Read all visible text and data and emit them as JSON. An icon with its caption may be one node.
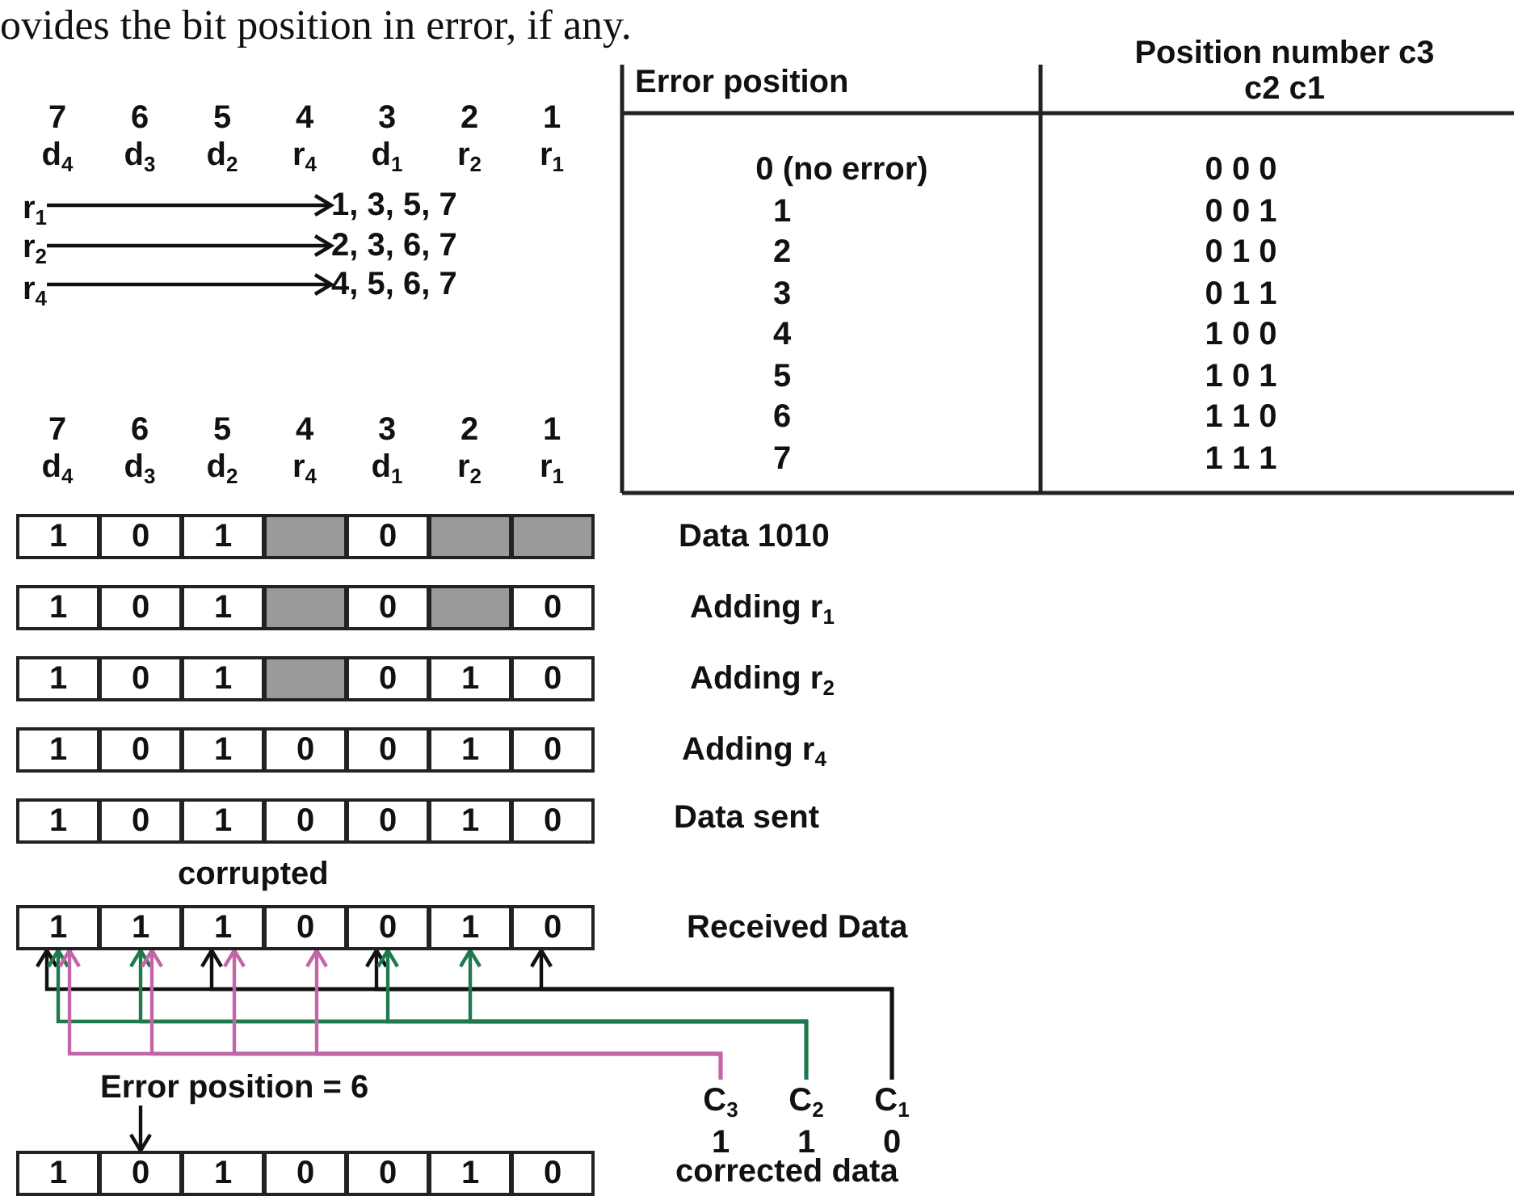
{
  "diagram": {
    "nodes": [
      {
        "text": [
          "r$_{1}$"
        ]
      },
      {
        "text": [
          "r$_{2}$"
        ]
      },
      {
        "text": [
          "r$_{4}$"
        ]
      },
      {
        "text": [
          "1, 3, 5, 7"
        ]
      },
      {
        "text": [
          "2, 3, 6, 7"
        ]
      },
      {
        "text": [
          "4, 5, 6, 7"
        ]
      },
      {
        "text": [
          "1"
        ]
      },
      {
        "text": [
          "0"
        ]
      },
      {
        "text": [
          "1"
        ]
      },
      {
        "text": [],
        "shape": "box"
      },
      {
        "text": [
          "0"
        ]
      },
      {
        "text": [],
        "shape": "box"
      },
      {
        "text": [],
        "shape": "box"
      },
      {
        "text": [
          "1"
        ]
      },
      {
        "text": [
          "0"
        ]
      },
      {
        "text": [
          "1"
        ]
      },
      {
        "text": [],
        "shape": "box"
      },
      {
        "text": [
          "0"
        ]
      },
      {
        "text": [],
        "shape": "box"
      },
      {
        "text": [
          "0"
        ]
      },
      {
        "text": [
          "1"
        ]
      },
      {
        "text": [
          "0"
        ]
      },
      {
        "text": [
          "1"
        ]
      },
      {
        "text": [],
        "shape": "box"
      },
      {
        "text": [
          "0"
        ]
      },
      {
        "text": [
          "1"
        ]
      },
      {
        "text": [
          "0"
        ]
      },
      {
        "text": [
          "1"
        ]
      },
      {
        "text": [
          "0"
        ]
      },
      {
        "text": [
          "1"
        ]
      },
      {
        "text": [
          "0"
        ]
      },
      {
        "text": [
          "0"
        ]
      },
      {
        "text": [
          "1"
        ]
      },
      {
        "text": [
          "0"
        ]
      },
      {
        "text": [
          "1"
        ]
      },
      {
        "text": [
          "0"
        ]
      },
      {
        "text": [
          "1"
        ]
      },
      {
        "text": [
          "0"
        ]
      },
      {
        "text": [
          "0"
        ]
      },
      {
        "text": [
          "1"
        ]
      },
      {
        "text": [
          "0"
        ]
      },
      {
        "text": [
          "1"
        ]
      },
      {
        "text": [
          "1"
        ]
      },
      {
        "text": [
          "1"
        ]
      },
      {
        "text": [
          "0"
        ]
      },
      {
        "text": [
          "0"
        ]
      },
      {
        "text": [
          "1"
        ]
      },
      {
        "text": [
          "0"
        ]
      },
      {
        "text": [
          "1"
        ]
      },
      {
        "text": [
          "0"
        ]
      },
      {
        "text": [
          "1"
        ]
      },
      {
        "text": [
          "0"
        ]
      },
      {
        "text": [
          "0"
        ]
      },
      {
        "text": [
          "1"
        ]
      },
      {
        "text": [
          "0"
        ]
      },
      {
        "text": [
          "Error position = 6"
        ]
      },
      {
        "text": [
          "C$_{3}$",
          "1"
        ]
      },
      {
        "text": [
          "C$_{2}$",
          "1"
        ]
      },
      {
        "text": [
          "C$_{1}$",
          "0"
        ]
      }
    ],
    "edges": [
      {
        "from": 0,
        "to": 3,
        "arrow": "to"
      },
      {
        "from": 1,
        "to": 4,
        "arrow": "to"
      },
      {
        "from": 2,
        "to": 5,
        "arrow": "to"
      },
      {
        "from": 58,
        "to": 47,
        "arrow": "to"
      },
      {
        "from": 58,
        "to": 45,
        "arrow": "to"
      },
      {
        "from": 58,
        "to": 43,
        "arrow": "to"
      },
      {
        "from": 58,
        "to": 41,
        "arrow": "to"
      },
      {
        "from": 57,
        "to": 46,
        "arrow": "to",
        "color": "#1e7a4e"
      },
      {
        "from": 57,
        "to": 45,
        "arrow": "to",
        "color": "#1e7a4e"
      },
      {
        "from": 57,
        "to": 42,
        "arrow": "to",
        "color": "#1e7a4e"
      },
      {
        "from": 57,
        "to": 41,
        "arrow": "to",
        "color": "#1e7a4e"
      },
      {
        "from": 56,
        "to": 44,
        "arrow": "to",
        "color": "#c266a8"
      },
      {
        "from": 56,
        "to": 43,
        "arrow": "to",
        "color": "#c266a8"
      },
      {
        "from": 56,
        "to": 42,
        "arrow": "to",
        "color": "#c266a8"
      },
      {
        "from": 56,
        "to": 41,
        "arrow": "to",
        "color": "#c266a8"
      },
      {
        "from": 55,
        "to": 49,
        "arrow": "to"
      }
    ],
    "labels": [
      "ovides the bit position in error, if any.",
      "Error position",
      "Position number c3 c2 c1",
      "7",
      "6",
      "5",
      "4",
      "3",
      "2",
      "1",
      "d$_{4}$",
      "d$_{3}$",
      "d$_{2}$",
      "r$_{4}$",
      "d$_{1}$",
      "r$_{2}$",
      "r$_{1}$",
      "0 (no error)",
      "0 0 0",
      "1",
      "0 0 1",
      "2",
      "0 1 0",
      "3",
      "0 1 1",
      "4",
      "1 0 0",
      "5",
      "1 0 1",
      "6",
      "1 1 0",
      "7",
      "1 1 1",
      "7",
      "6",
      "5",
      "4",
      "3",
      "2",
      "1",
      "d$_{4}$",
      "d$_{3}$",
      "d$_{2}$",
      "r$_{4}$",
      "d$_{1}$",
      "r$_{2}$",
      "r$_{1}$",
      "Data 1010",
      "Adding r$_{1}$",
      "Adding r$_{2}$",
      "Adding r$_{4}$",
      "Data sent",
      "corrupted",
      "Received Data",
      "corrected data"
    ]
  }
}
